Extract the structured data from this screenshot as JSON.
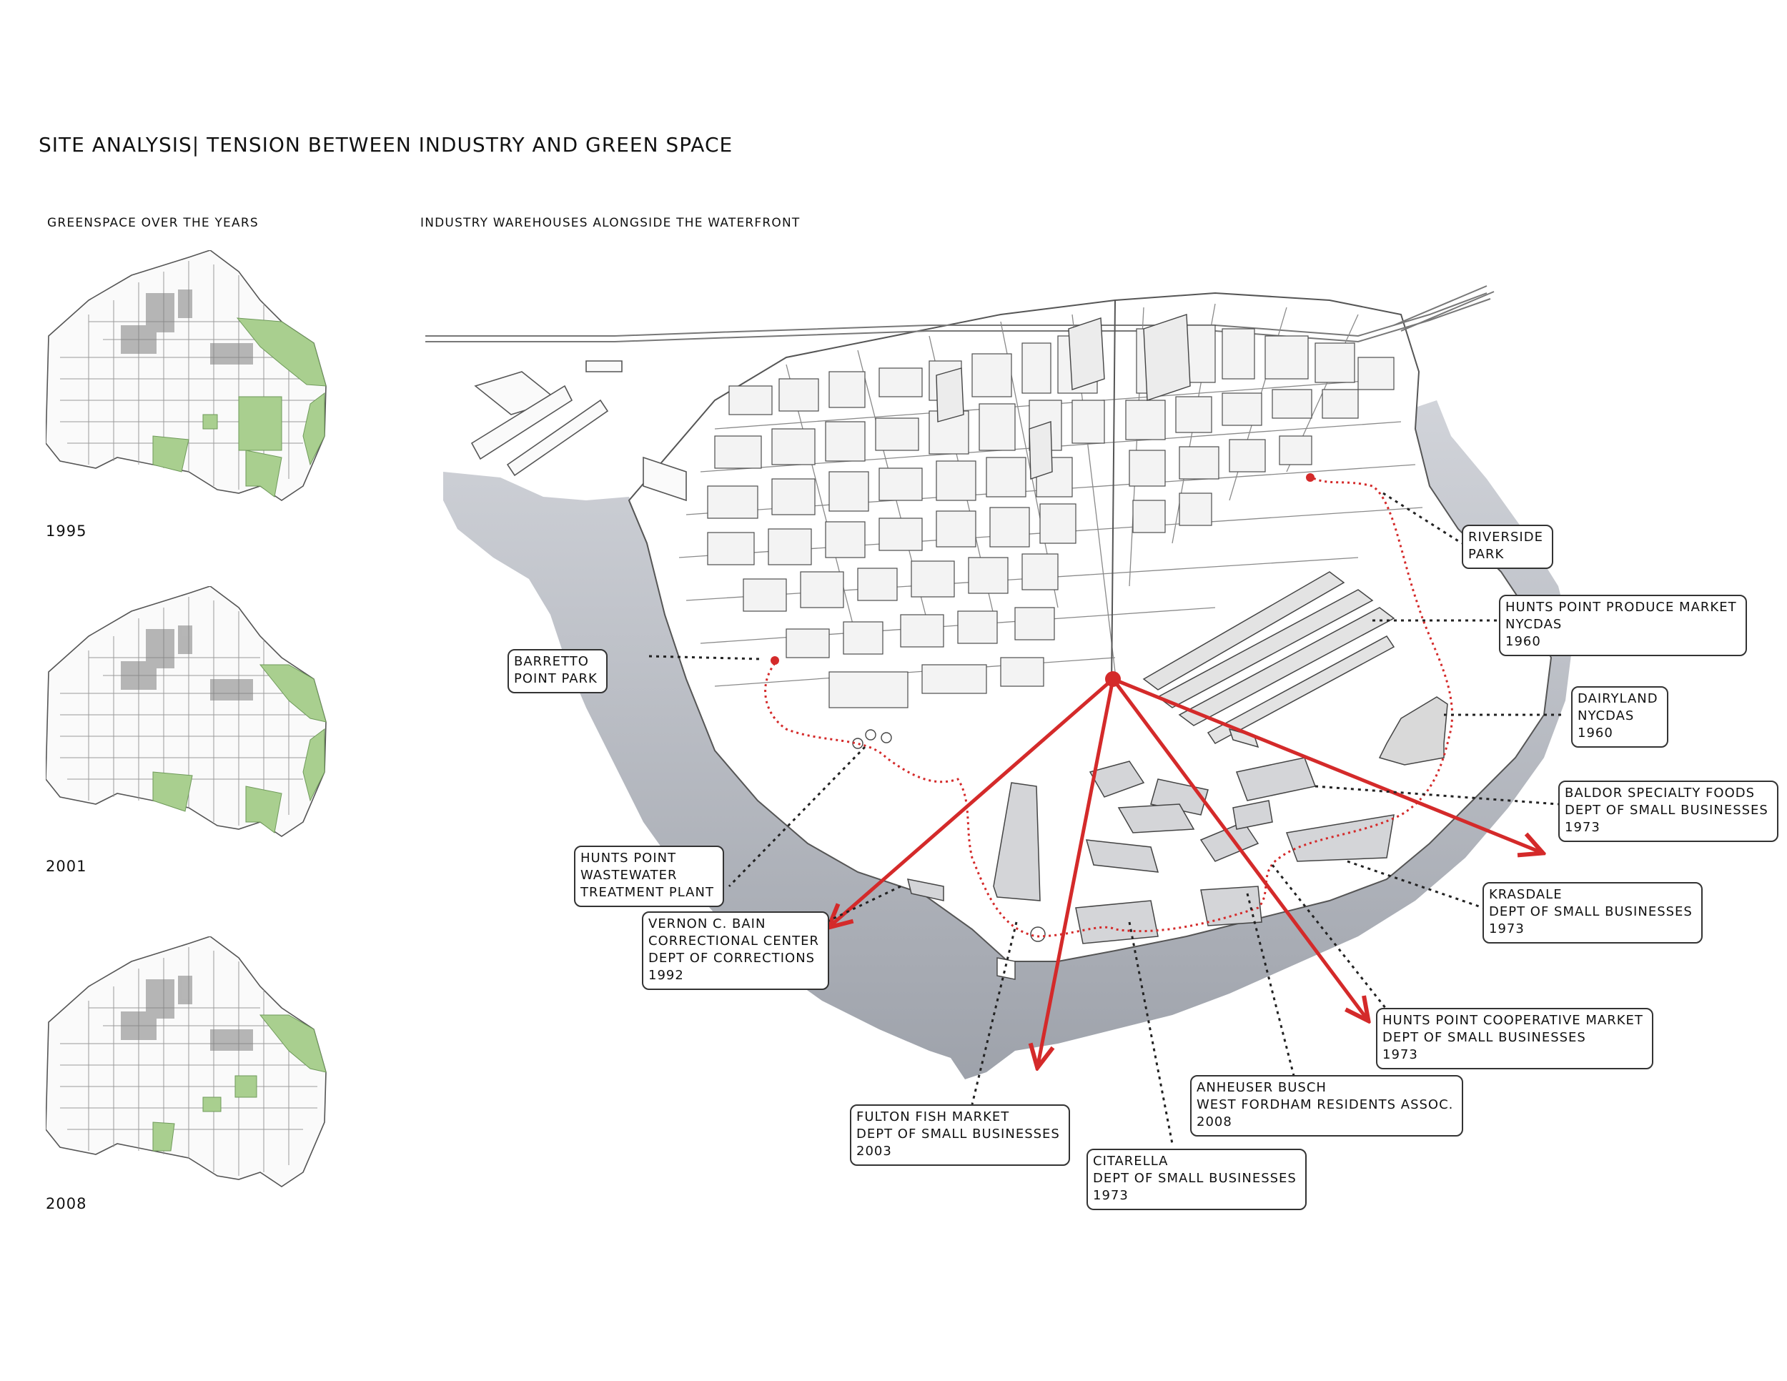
{
  "title": "SITE ANALYSIS| TENSION BETWEEN INDUSTRY AND GREEN SPACE",
  "left_panel": {
    "heading": "GREENSPACE OVER THE YEARS",
    "years": [
      "1995",
      "2001",
      "2008"
    ]
  },
  "main_panel": {
    "heading": "INDUSTRY WAREHOUSES ALONGSIDE THE WATERFRONT"
  },
  "colors": {
    "accent_red": "#d42a2a",
    "water_gray": "#9a9ea8",
    "green": "#a9cf8f",
    "ink": "#333333"
  },
  "labels": {
    "riverside": [
      "RIVERSIDE",
      "PARK"
    ],
    "produce": [
      "HUNTS POINT PRODUCE MARKET",
      "NYCDAS",
      "1960"
    ],
    "dairyland": [
      "DAIRYLAND",
      "NYCDAS",
      "1960"
    ],
    "baldor": [
      "BALDOR SPECIALTY FOODS",
      "DEPT OF SMALL BUSINESSES",
      "1973"
    ],
    "krasdale": [
      "KRASDALE",
      "DEPT OF SMALL BUSINESSES",
      "1973"
    ],
    "coop": [
      "HUNTS POINT COOPERATIVE MARKET",
      "DEPT OF SMALL BUSINESSES",
      "1973"
    ],
    "anheuser": [
      "ANHEUSER BUSCH",
      "WEST FORDHAM RESIDENTS ASSOC.",
      "2008"
    ],
    "citarella": [
      "CITARELLA",
      "DEPT OF SMALL BUSINESSES",
      "1973"
    ],
    "fulton": [
      "FULTON FISH MARKET",
      "DEPT OF SMALL BUSINESSES",
      "2003"
    ],
    "vernon": [
      "VERNON C. BAIN",
      "CORRECTIONAL CENTER",
      "DEPT OF CORRECTIONS",
      "1992"
    ],
    "wastewater": [
      "HUNTS POINT",
      "WASTEWATER",
      "TREATMENT PLANT"
    ],
    "barretto": [
      "BARRETTO",
      "POINT PARK"
    ]
  }
}
